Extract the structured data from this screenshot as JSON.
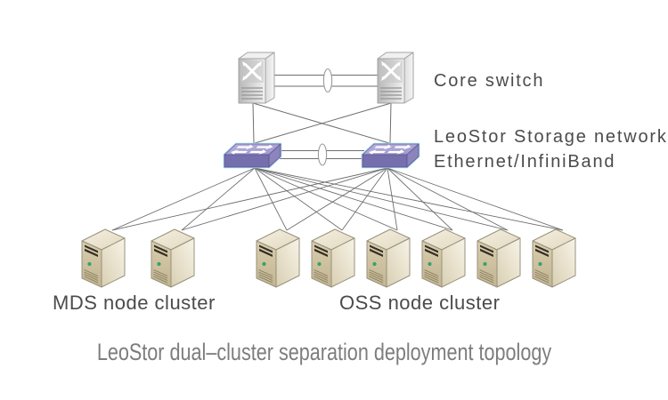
{
  "diagram": {
    "title": "LeoStor dual–cluster separation deployment topology",
    "labels": {
      "core_switch": "Core switch",
      "storage_network_line1": "LeoStor Storage network",
      "storage_network_line2": "Ethernet/InfiniBand",
      "mds_cluster": "MDS node cluster",
      "oss_cluster": "OSS node cluster"
    },
    "nodes": {
      "core_switch_count": 2,
      "storage_switch_count": 2,
      "mds_node_count": 2,
      "oss_node_count": 6
    },
    "colors": {
      "storage_switch_top": "#aca6d6",
      "storage_switch_front": "#766fae",
      "storage_switch_highlight": "#a6d9ec",
      "core_switch_gray": "#d9d9d9",
      "server_beige": "#d6cbab",
      "server_led_green": "#36a26b",
      "connection_line": "#6f6f6f",
      "label_text": "#4b4b4b",
      "title_text": "#7d7d7d"
    }
  }
}
